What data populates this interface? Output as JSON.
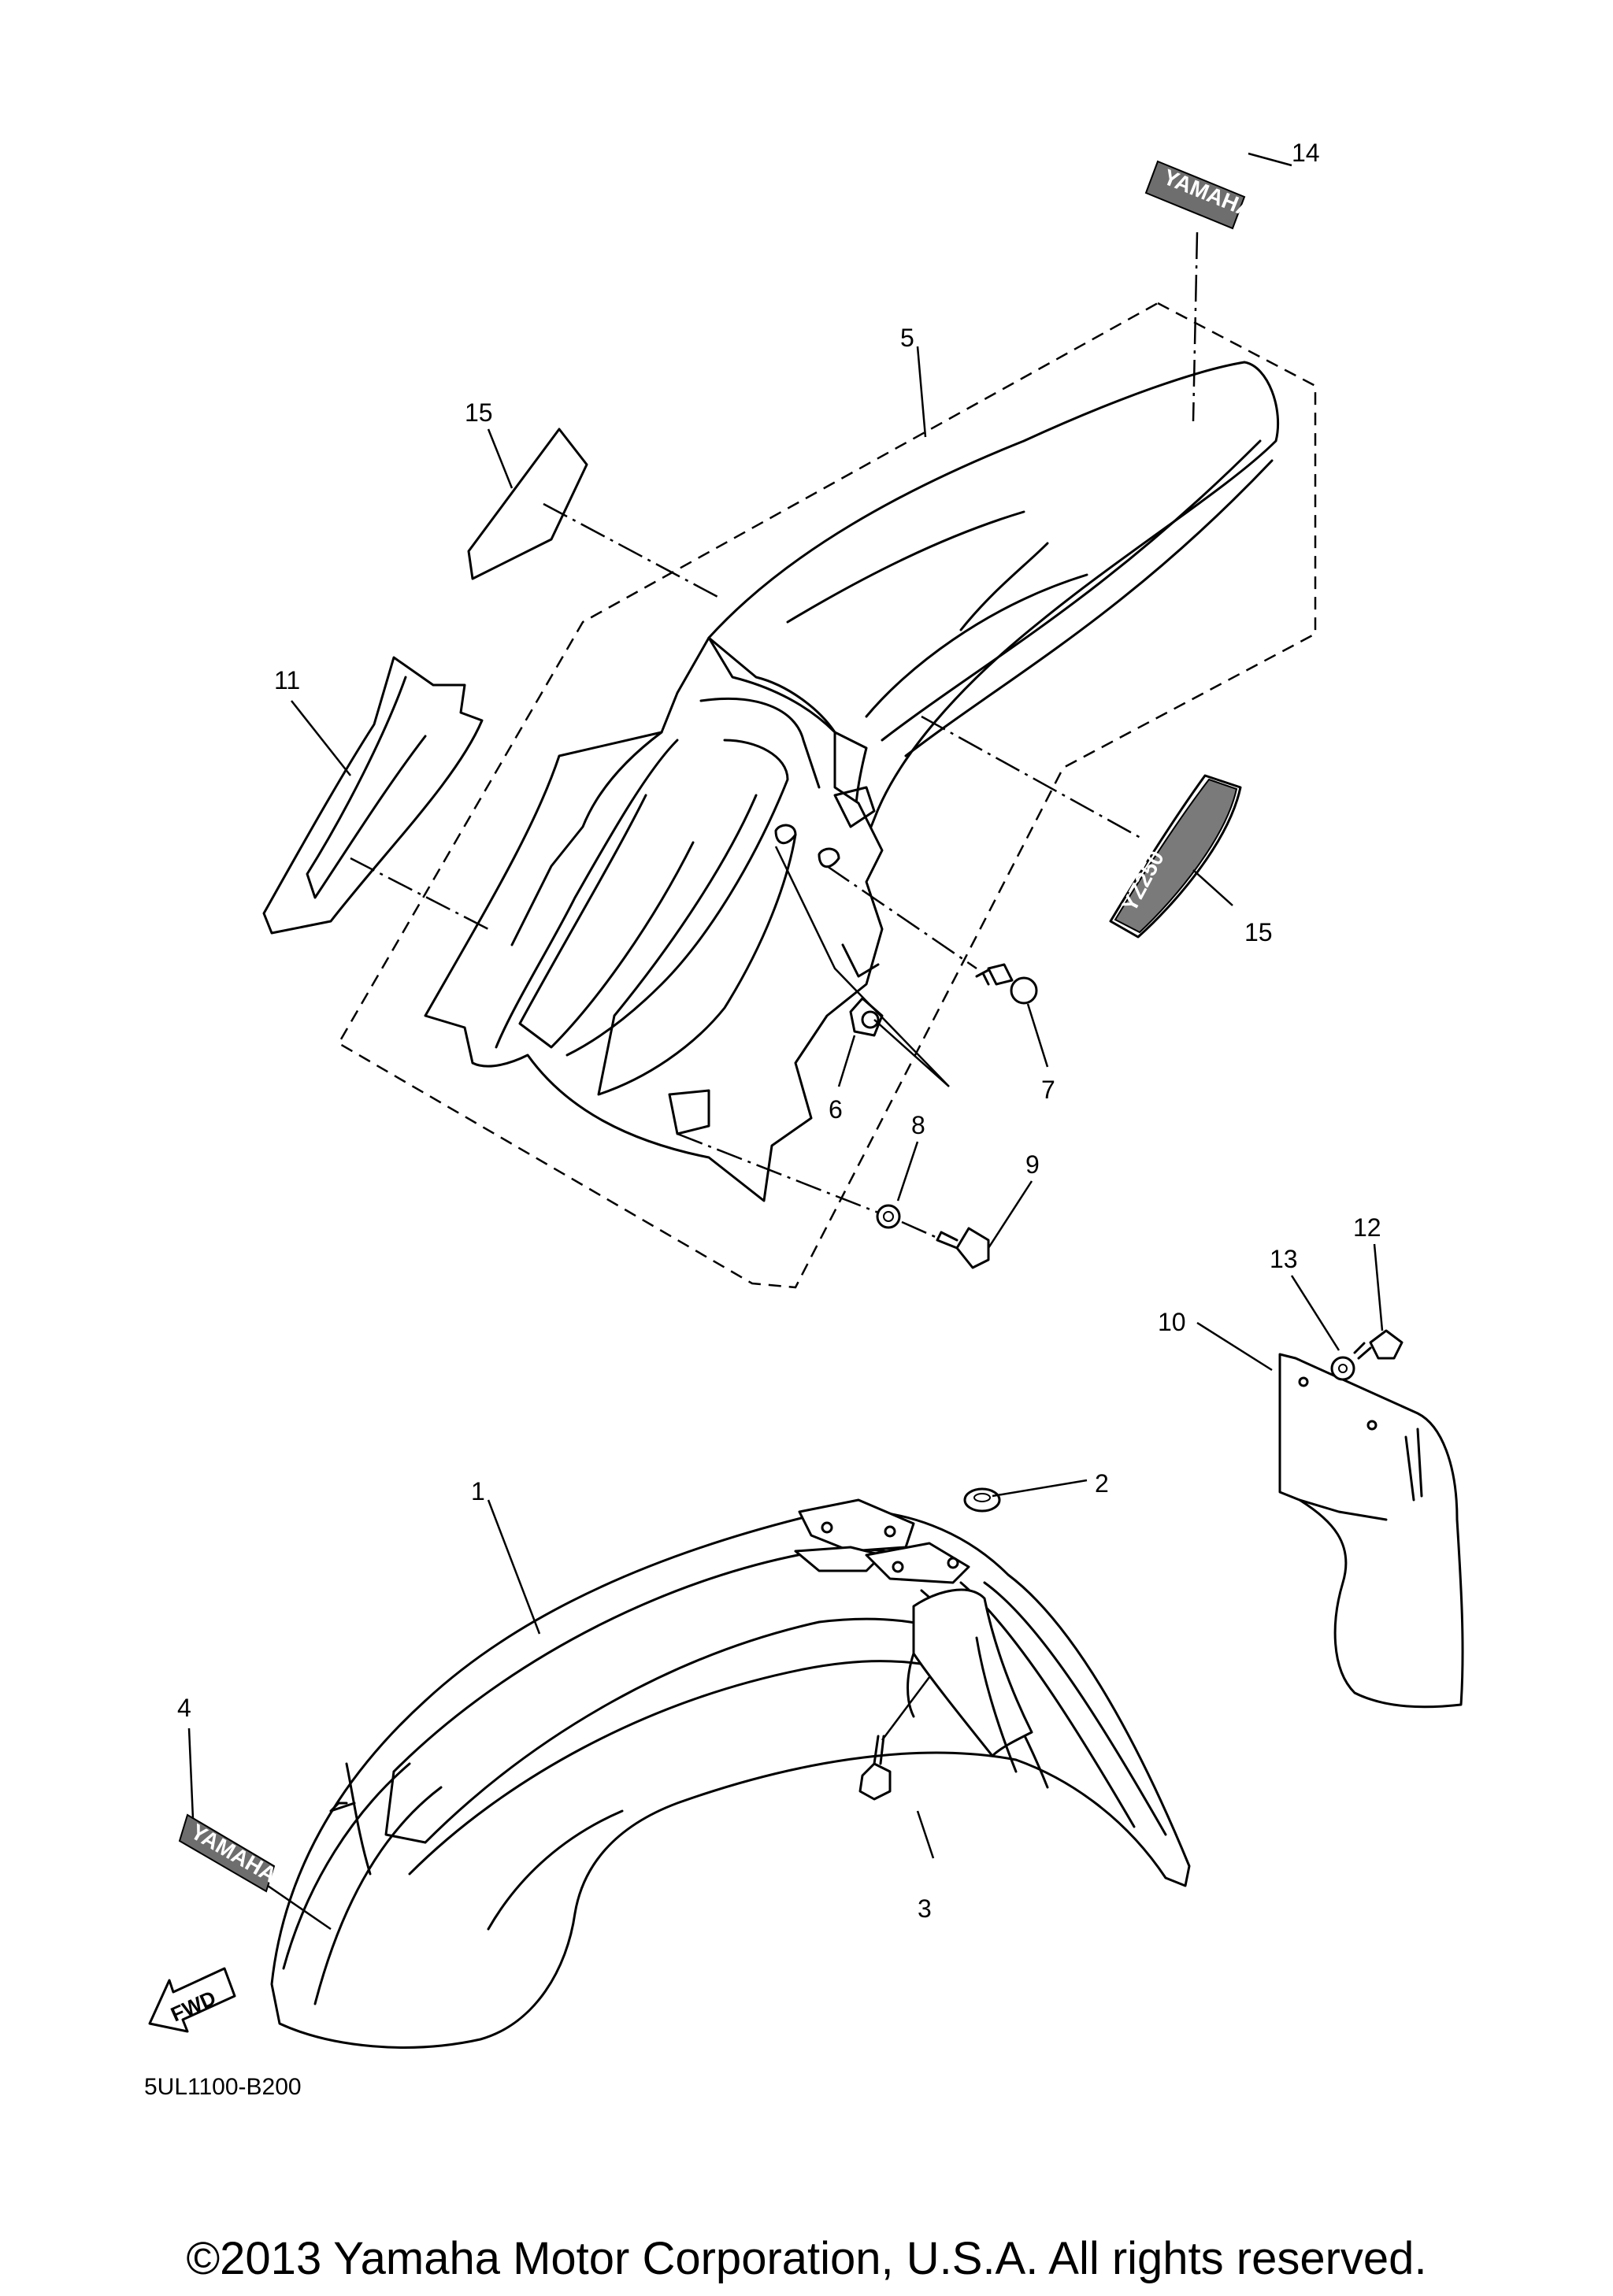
{
  "callouts": {
    "c1": "1",
    "c2": "2",
    "c3": "3",
    "c4": "4",
    "c5": "5",
    "c6": "6",
    "c7": "7",
    "c8": "8",
    "c9": "9",
    "c10": "10",
    "c11": "11",
    "c12": "12",
    "c13": "13",
    "c14": "14",
    "c15a": "15",
    "c15b": "15"
  },
  "decals": {
    "brand_front": "YAMAHA",
    "brand_top": "YAMAHA",
    "model_side": "YZ250",
    "fwd_arrow": "FWD"
  },
  "diagram_code": "5UL1100-B200",
  "copyright": "©2013 Yamaha Motor Corporation, U.S.A. All rights reserved."
}
